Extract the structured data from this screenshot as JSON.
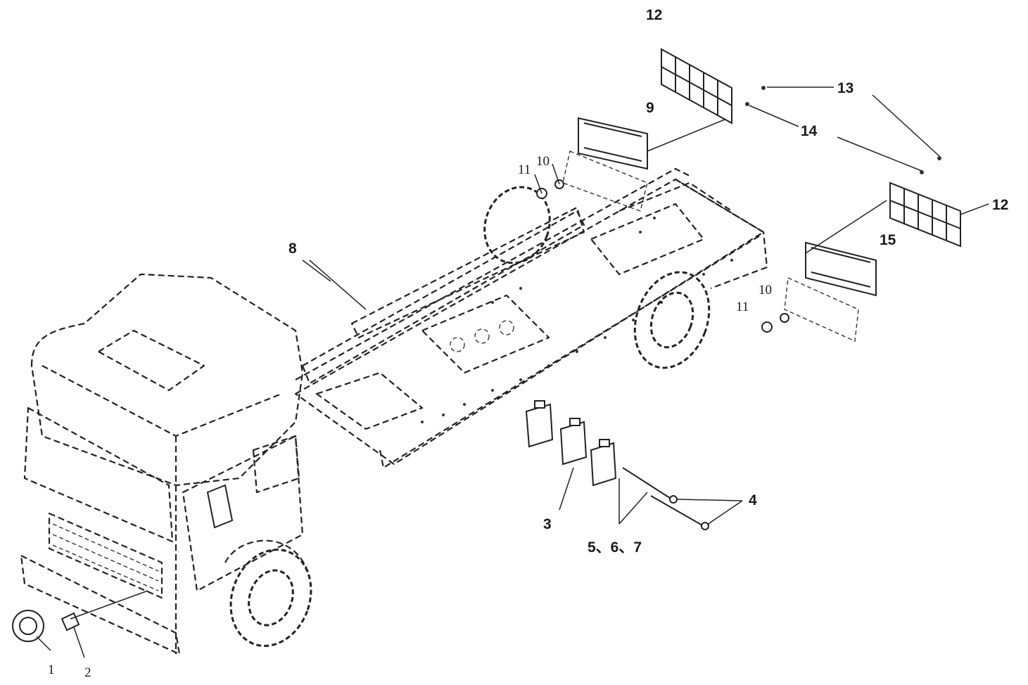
{
  "labels": {
    "l1": "1",
    "l2": "2",
    "l3": "3",
    "l4": "4",
    "l567": "5、6、7",
    "l8": "8",
    "l9": "9",
    "l10a": "10",
    "l10b": "10",
    "l11a": "11",
    "l11b": "11",
    "l12a": "12",
    "l12b": "12",
    "l13": "13",
    "l14": "14",
    "l15": "15"
  }
}
